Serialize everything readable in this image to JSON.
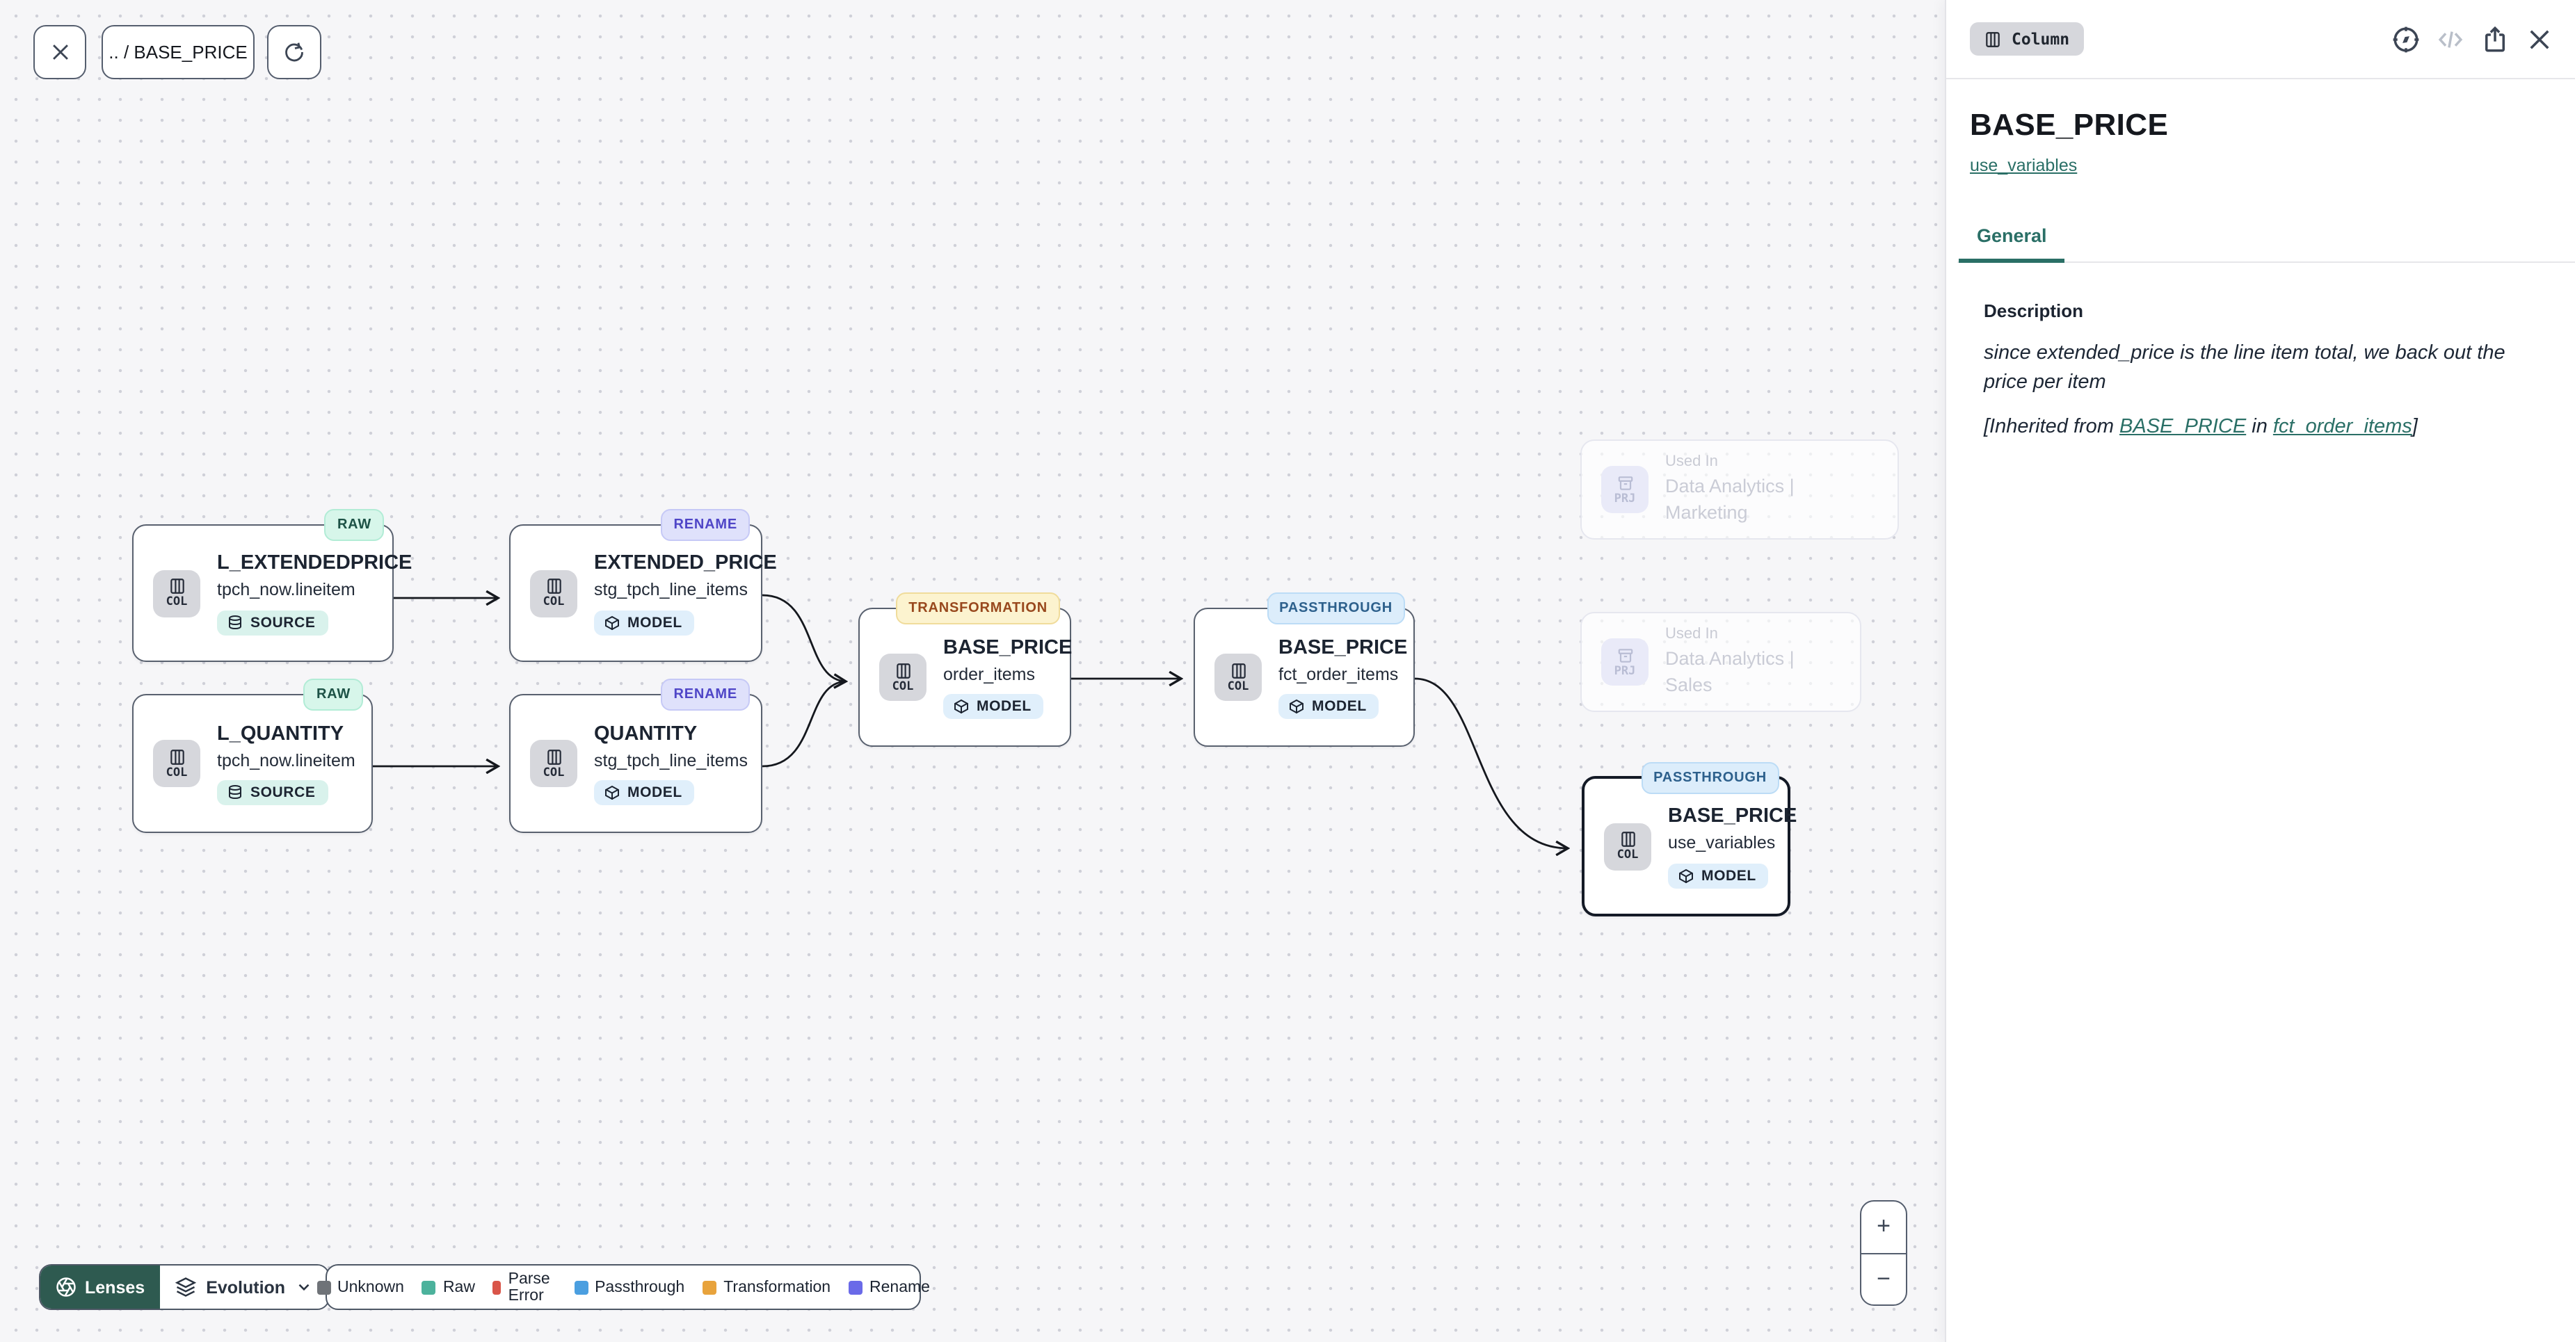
{
  "toolbar": {
    "breadcrumb": ".. / BASE_PRICE"
  },
  "chips": {
    "col": "COL",
    "prj": "PRJ"
  },
  "nodes": [
    {
      "badge": "RAW",
      "title": "L_EXTENDEDPRICE",
      "source": "tpch_now.lineitem",
      "kind": "SOURCE"
    },
    {
      "badge": "RENAME",
      "title": "EXTENDED_PRICE",
      "source": "stg_tpch_line_items",
      "kind": "MODEL"
    },
    {
      "badge": "RAW",
      "title": "L_QUANTITY",
      "source": "tpch_now.lineitem",
      "kind": "SOURCE"
    },
    {
      "badge": "RENAME",
      "title": "QUANTITY",
      "source": "stg_tpch_line_items",
      "kind": "MODEL"
    },
    {
      "badge": "TRANSFORMATION",
      "title": "BASE_PRICE",
      "source": "order_items",
      "kind": "MODEL"
    },
    {
      "badge": "PASSTHROUGH",
      "title": "BASE_PRICE",
      "source": "fct_order_items",
      "kind": "MODEL"
    },
    {
      "badge": "PASSTHROUGH",
      "title": "BASE_PRICE",
      "source": "use_variables",
      "kind": "MODEL",
      "selected": true
    }
  ],
  "used_in": [
    {
      "label": "Used In",
      "project": "Data Analytics | Marketing"
    },
    {
      "label": "Used In",
      "project": "Data Analytics | Sales"
    }
  ],
  "lenses": {
    "button": "Lenses",
    "selected_lens": "Evolution"
  },
  "legend": {
    "items": [
      {
        "label": "Unknown",
        "color": "#6f7378"
      },
      {
        "label": "Raw",
        "color": "#4cb29c"
      },
      {
        "label": "Parse Error",
        "color": "#d95549"
      },
      {
        "label": "Passthrough",
        "color": "#4b9fe0"
      },
      {
        "label": "Transformation",
        "color": "#e8a33c"
      },
      {
        "label": "Rename",
        "color": "#6a6ae8"
      }
    ]
  },
  "zoom_controls": {
    "zoom_in": "+",
    "zoom_out": "−"
  },
  "panel": {
    "type_badge": "Column",
    "title": "BASE_PRICE",
    "model_link": "use_variables",
    "tabs": [
      {
        "label": "General"
      }
    ],
    "description": {
      "heading": "Description",
      "body": "since extended_price is the line item total, we back out the price per item",
      "inherited_prefix": "[Inherited from ",
      "inherited_link_column": "BASE_PRICE",
      "inherited_infix": " in ",
      "inherited_link_model": "fct_order_items",
      "inherited_suffix": "]"
    }
  }
}
